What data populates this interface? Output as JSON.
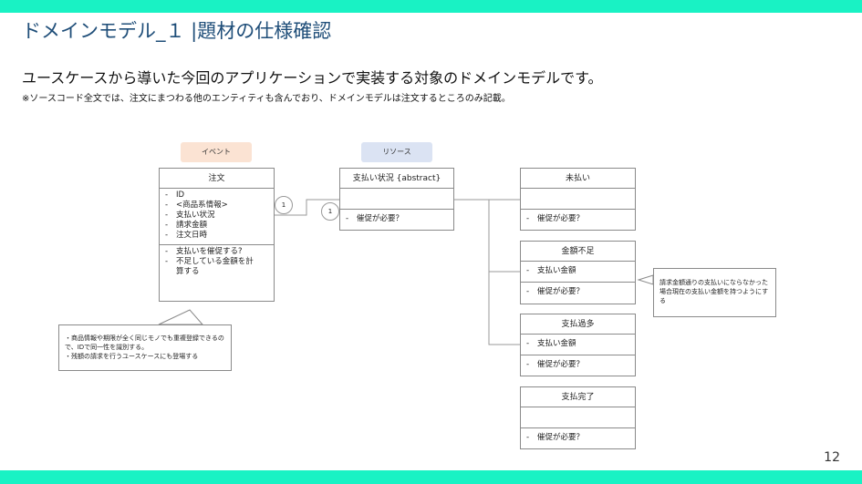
{
  "header": {
    "title": "ドメインモデル_１ |題材の仕様確認",
    "subtitle": "ユースケースから導いた今回のアプリケーションで実装する対象のドメインモデルです。",
    "note": "※ソースコード全文では、注文にまつわる他のエンティティも含んでおり、ドメインモデルは注文するところのみ記載。"
  },
  "tags": {
    "event": "イベント",
    "resource": "リソース"
  },
  "classes": {
    "order": {
      "name": "注文",
      "attributes": [
        "ID",
        "<商品系情報>",
        "支払い状況",
        "請求金額",
        "注文日時"
      ],
      "methods": [
        "支払いを催促する?",
        "不足している金額を計算する"
      ]
    },
    "payment_status": {
      "name": "支払い状況 {abstract}",
      "methods": [
        "催促が必要？"
      ]
    },
    "unpaid": {
      "name": "未払い",
      "methods": [
        "催促が必要？"
      ]
    },
    "shortage": {
      "name": "金額不足",
      "attributes": [
        "支払い金額"
      ],
      "methods": [
        "催促が必要？"
      ]
    },
    "overpaid": {
      "name": "支払過多",
      "attributes": [
        "支払い金額"
      ],
      "methods": [
        "催促が必要？"
      ]
    },
    "completed": {
      "name": "支払完了",
      "methods": [
        "催促が必要？"
      ]
    }
  },
  "dash": "-",
  "multiplicity": {
    "left": "1",
    "right": "1"
  },
  "callouts": {
    "order_note": [
      "・商品情報や期限が全く同じモノでも重複登録できるので、IDで同一性を識別する。",
      "・残額の請求を行うユースケースにも登場する"
    ],
    "shortage_note": "請求金額通りの支払いにならなかった場合現在の支払い金額を持つようにする"
  },
  "page_number": "12"
}
